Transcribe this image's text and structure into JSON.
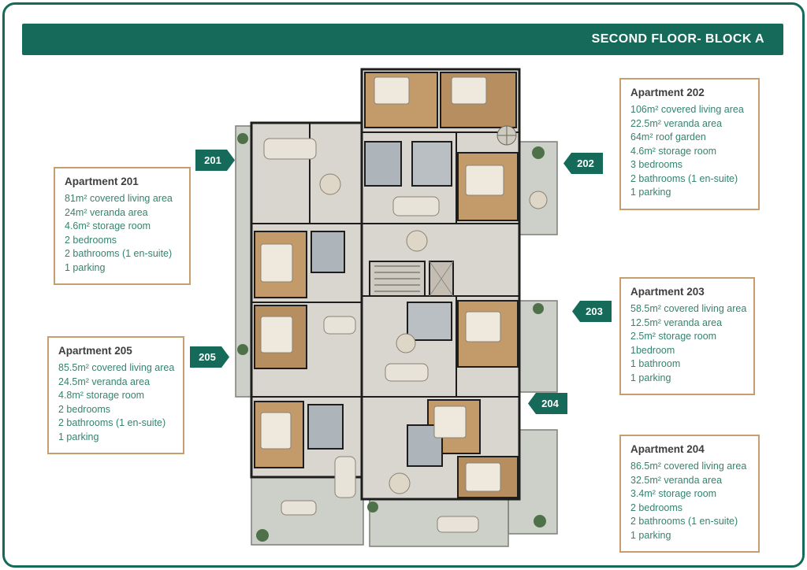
{
  "header": {
    "title": "SECOND FLOOR- BLOCK A"
  },
  "theme": {
    "teal": "#156a59",
    "box_border": "#c99e6f",
    "detail_text": "#35836f",
    "title_text": "#3e3e3e",
    "page_bg": "#ffffff"
  },
  "apartments": [
    {
      "id": "201",
      "title": "Apartment 201",
      "lines": [
        "81m² covered living area",
        "24m² veranda area",
        "4.6m² storage room",
        "2 bedrooms",
        "2 bathrooms (1 en-suite)",
        "1 parking"
      ]
    },
    {
      "id": "202",
      "title": "Apartment 202",
      "lines": [
        "106m² covered living area",
        "22.5m² veranda area",
        "64m² roof garden",
        "4.6m² storage room",
        "3 bedrooms",
        "2 bathrooms (1 en-suite)",
        "1 parking"
      ]
    },
    {
      "id": "203",
      "title": "Apartment 203",
      "lines": [
        "58.5m² covered living area",
        "12.5m² veranda area",
        "2.5m² storage room",
        "1bedroom",
        "1 bathroom",
        "1 parking"
      ]
    },
    {
      "id": "204",
      "title": "Apartment 204",
      "lines": [
        "86.5m² covered living area",
        "32.5m² veranda area",
        "3.4m² storage room",
        "2 bedrooms",
        "2 bathrooms (1 en-suite)",
        "1 parking"
      ]
    },
    {
      "id": "205",
      "title": "Apartment 205",
      "lines": [
        "85.5m² covered living area",
        "24.5m² veranda area",
        "4.8m² storage room",
        "2 bedrooms",
        "2 bathrooms (1 en-suite)",
        "1 parking"
      ]
    }
  ],
  "markers": [
    {
      "label": "201"
    },
    {
      "label": "202"
    },
    {
      "label": "203"
    },
    {
      "label": "204"
    },
    {
      "label": "205"
    }
  ]
}
